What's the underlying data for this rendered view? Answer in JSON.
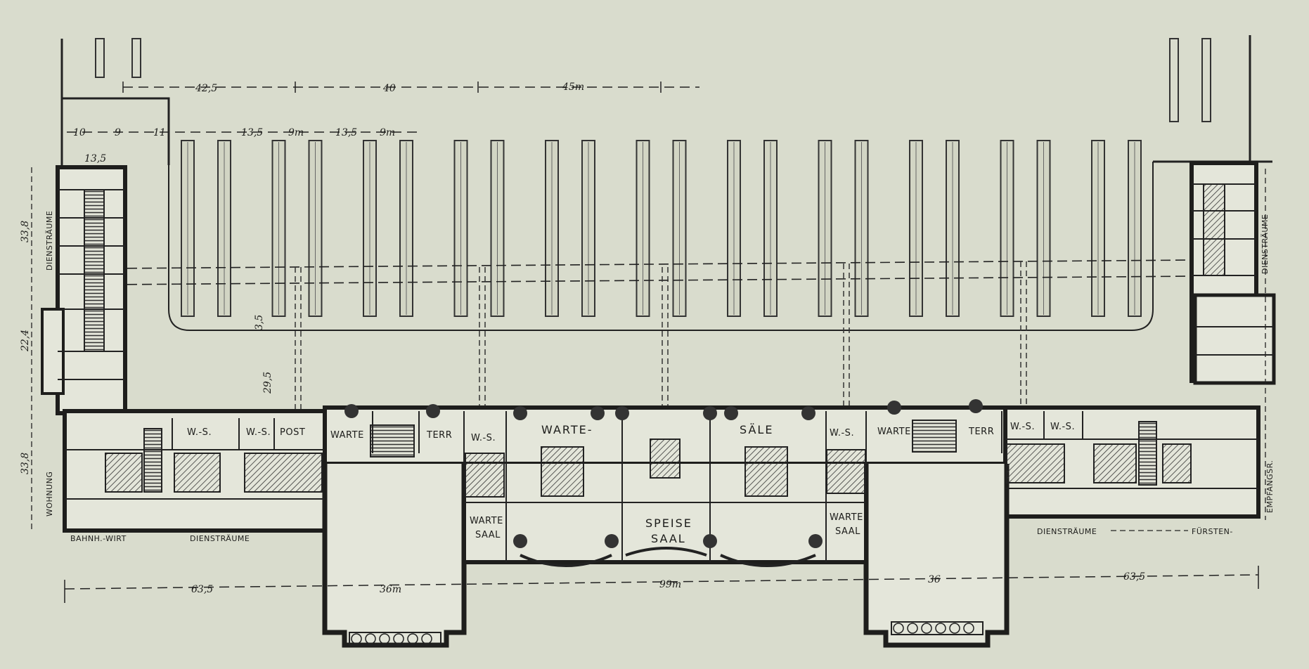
{
  "plan": {
    "track_dimensions_top": [
      "42,5",
      "40",
      "45m"
    ],
    "track_spacing": [
      "10",
      "9",
      "11",
      "13,5",
      "9m",
      "13,5",
      "9m"
    ],
    "left_wing_width": "13,5",
    "left_heights": [
      "33,8",
      "22,4",
      "33,8"
    ],
    "left_labels": {
      "dienstraume": "DIENSTRÄUME",
      "wohnung": "WOHNUNG"
    },
    "right_labels": {
      "dienstraume": "DIENSTRÄUME",
      "empfangsr": "EMPFANGSR."
    },
    "platform_dims": [
      "3,5",
      "29,5"
    ],
    "rooms": {
      "ws1": "W.-S.",
      "ws2": "W.-S.",
      "post": "POST",
      "warte_left": "WARTE",
      "terr_left": "TERR",
      "ws3": "W.-S.",
      "warte_center": "WARTE-",
      "saele_center": "SÄLE",
      "ws4": "W.-S.",
      "warte_right": "WARTE",
      "terr_right": "TERR",
      "ws5": "W.-S.",
      "ws6": "W.-S.",
      "wartesaal_left_1": "WARTE",
      "wartesaal_left_2": "SAAL",
      "speise_1": "SPEISE",
      "speise_2": "SAAL",
      "wartesaal_right_1": "WARTE",
      "wartesaal_right_2": "SAAL"
    },
    "bottom_labels": {
      "bahnhwirt": "BAHNH.-WIRT",
      "dienstraume_left": "DIENSTRÄUME",
      "dienstraume_right": "DIENSTRÄUME",
      "fursten": "FÜRSTEN-"
    },
    "bottom_dimensions": [
      "63,5",
      "36m",
      "99m",
      "36",
      "63,5"
    ]
  }
}
